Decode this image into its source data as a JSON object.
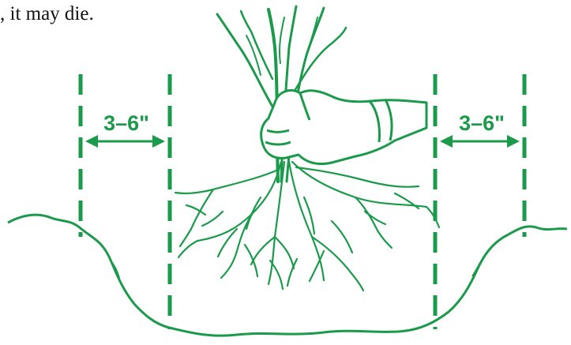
{
  "caption": ", it may die.",
  "left_spacing_label": "3–6\"",
  "right_spacing_label": "3–6\"",
  "colors": {
    "illustration": "#1a9a4a",
    "text": "#111111"
  },
  "icons": {
    "seedling": "bare-root-seedling-held-by-gloved-hand",
    "hole": "planting-hole"
  }
}
